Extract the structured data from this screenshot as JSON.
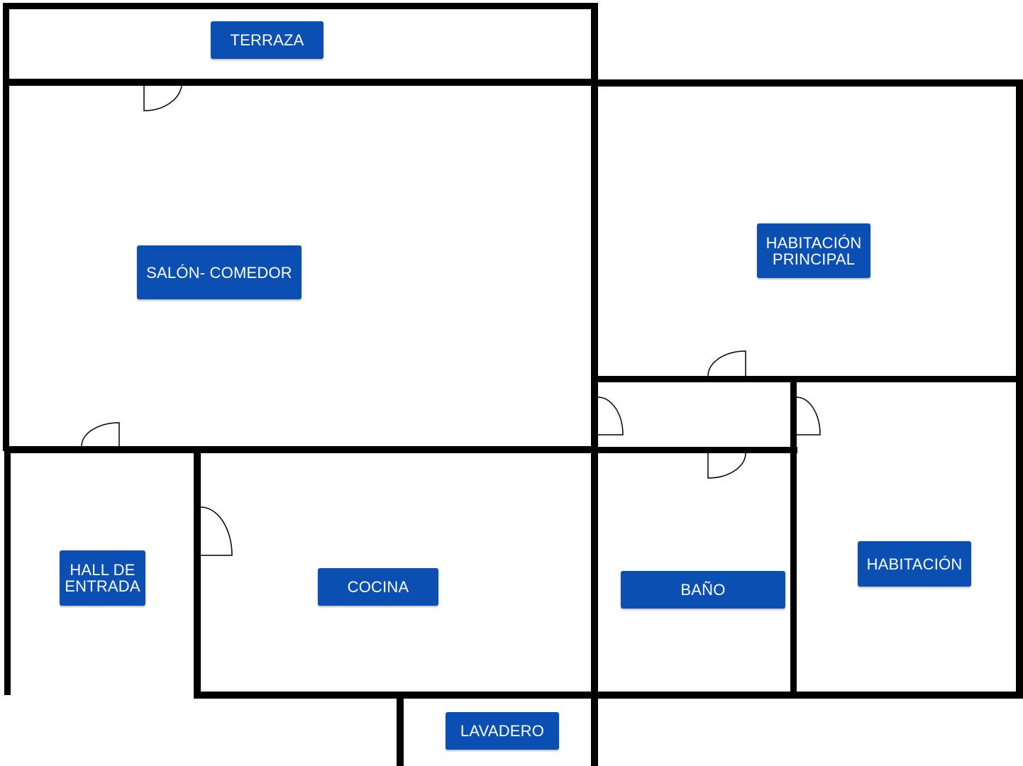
{
  "colors": {
    "label_background": "#0b4fb3",
    "label_text": "#ffffff",
    "walls": "#000000",
    "background": "#ffffff"
  },
  "rooms": {
    "terraza": "TERRAZA",
    "salon_comedor": "SALÓN- COMEDOR",
    "habitacion_principal": "HABITACIÓN\nPRINCIPAL",
    "hall_de_entrada": "HALL DE\nENTRADA",
    "cocina": "COCINA",
    "bano": "BAÑO",
    "habitacion": "HABITACIÓN",
    "lavadero": "LAVADERO"
  }
}
